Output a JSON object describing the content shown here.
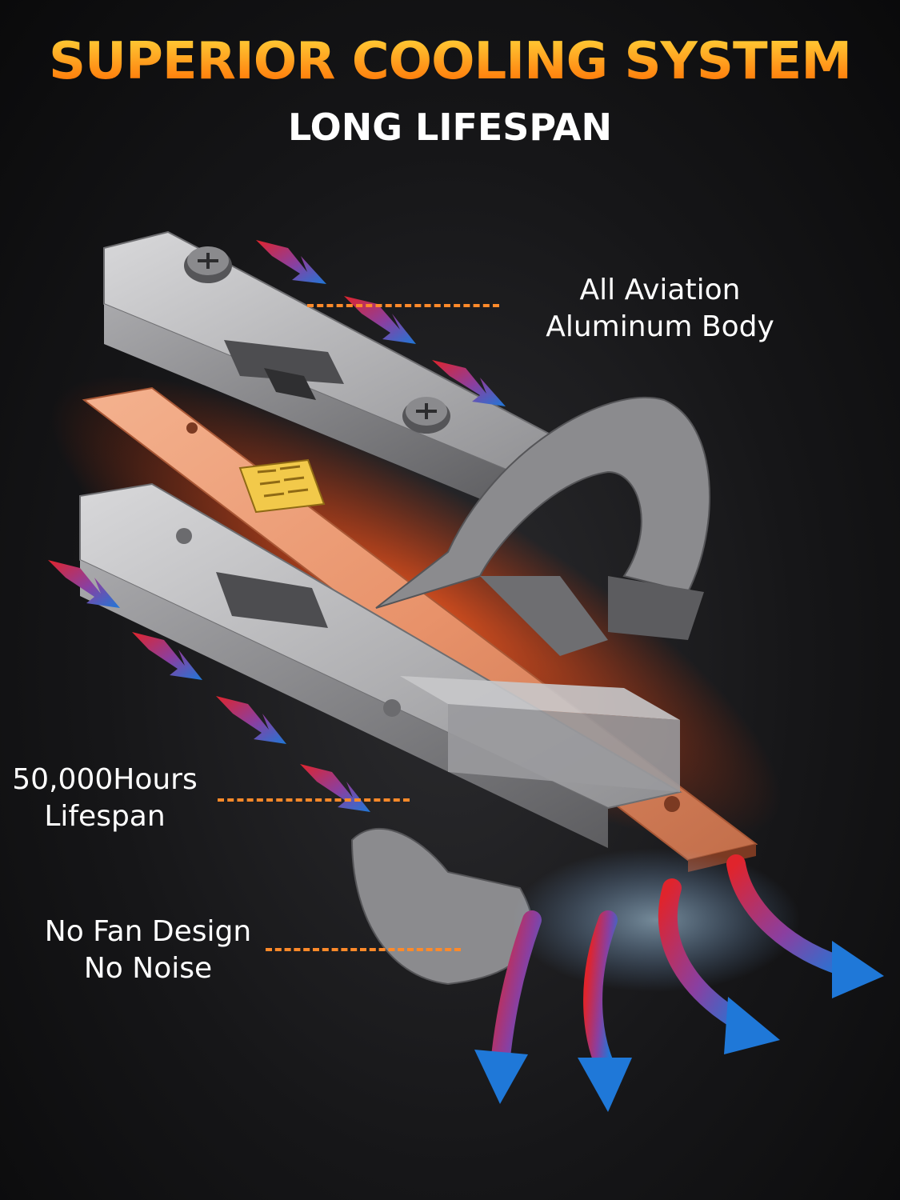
{
  "header": {
    "title": "SUPERIOR COOLING SYSTEM",
    "subtitle": "LONG LIFESPAN"
  },
  "callouts": {
    "aluminum": [
      "All Aviation",
      "Aluminum Body"
    ],
    "lifespan": [
      "50,000Hours",
      "Lifespan"
    ],
    "fan": [
      "No Fan Design",
      "No Noise"
    ]
  },
  "colors": {
    "title_gradient_top": "#ffd63a",
    "title_gradient_bottom": "#ff6a00",
    "leader_line": "#ff8a2a",
    "arrow_warm": "#e0242c",
    "arrow_cool": "#1f78d8",
    "heatsink": "#b9b9bb",
    "copper_pcb": "#e8926a"
  },
  "icons": {
    "arrows": "airflow-arrow-icon",
    "screw": "screw-icon",
    "led_chip": "led-chip-icon"
  }
}
